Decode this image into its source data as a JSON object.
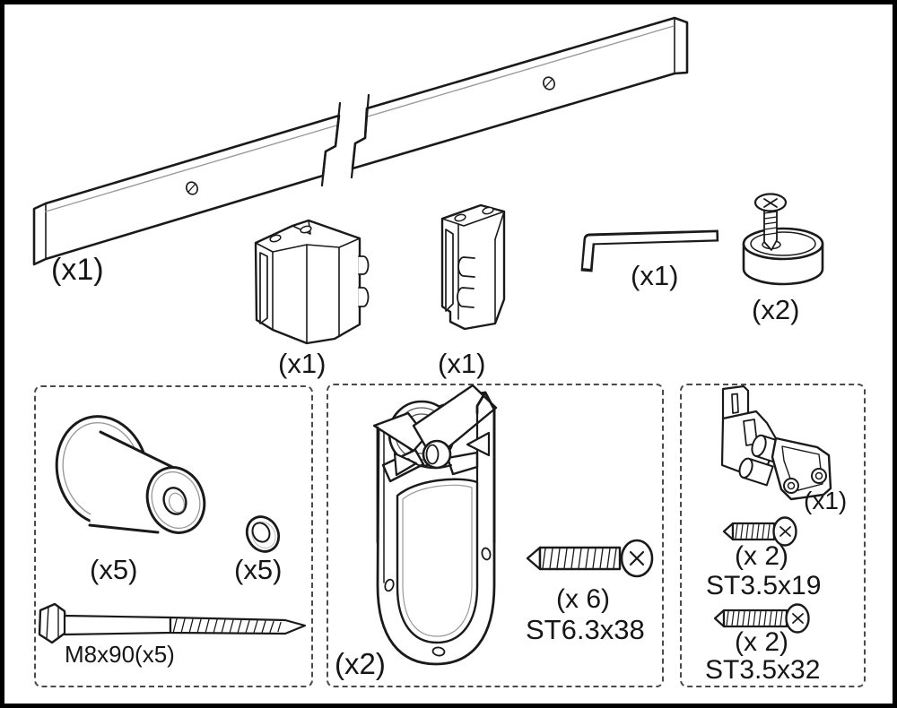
{
  "figure": {
    "kind": "hardware parts diagram",
    "line_color": "#1a1a1a",
    "background": "#ffffff"
  },
  "loose_parts": {
    "rail": {
      "qty": "(x1)"
    },
    "bracket_a": {
      "qty": "(x1)"
    },
    "bracket_b": {
      "qty": "(x1)"
    },
    "hex_wrench": {
      "qty": "(x1)"
    },
    "door_stop": {
      "qty": "(x2)"
    }
  },
  "spacer_box": {
    "spacer_qty": "(x5)",
    "washer_qty": "(x5)",
    "bolt_label": "M8x90(x5)"
  },
  "hanger_box": {
    "hanger_qty": "(x2)",
    "screw_qty": "(x 6)",
    "screw_size": "ST6.3x38"
  },
  "guide_box": {
    "guide_qty": "(x1)",
    "short_screw_qty": "(x 2)",
    "short_screw_size": "ST3.5x19",
    "long_screw_qty": "(x 2)",
    "long_screw_size": "ST3.5x32"
  }
}
